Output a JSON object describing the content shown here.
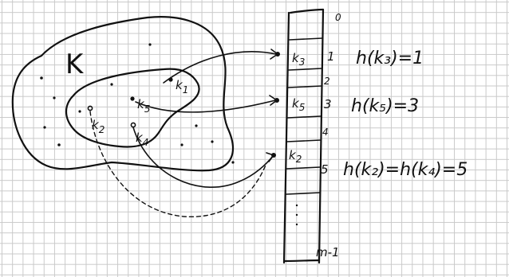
{
  "diagram": {
    "universe_label": "K",
    "keys": {
      "k1": {
        "label": "k",
        "sub": "1"
      },
      "k2": {
        "label": "k",
        "sub": "2"
      },
      "k3": {
        "label": "k",
        "sub": "3"
      },
      "k4": {
        "label": "k",
        "sub": "4"
      },
      "k5": {
        "label": "k",
        "sub": "5"
      }
    },
    "table": {
      "index_labels": [
        "0",
        "1",
        "2",
        "3",
        "4",
        "5",
        "m-1"
      ],
      "cell_k3": {
        "label": "k",
        "sub": "3"
      },
      "cell_k5": {
        "label": "k",
        "sub": "5"
      },
      "cell_k2": {
        "label": "k",
        "sub": "2"
      }
    },
    "equations": {
      "eq1": "h(k₃)=1",
      "eq2": "h(k₅)=3",
      "eq3": "h(k₂)=h(k₄)=5"
    }
  }
}
